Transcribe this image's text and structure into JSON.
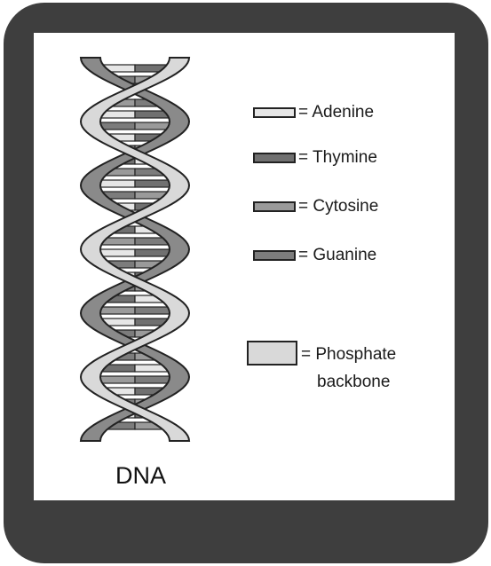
{
  "diagram": {
    "caption": "DNA",
    "colors": {
      "frame": "#3e3e3e",
      "backbone": "#d9d9d9",
      "adenine": "#e6e6e6",
      "thymine": "#707070",
      "cytosine": "#9a9a9a",
      "guanine": "#7c7c7c",
      "outline": "#222222"
    },
    "legend": [
      {
        "key": "adenine",
        "label": "= Adenine"
      },
      {
        "key": "thymine",
        "label": "= Thymine"
      },
      {
        "key": "cytosine",
        "label": "= Cytosine"
      },
      {
        "key": "guanine",
        "label": "= Guanine"
      }
    ],
    "backbone_legend": {
      "label_line1": "= Phosphate",
      "label_line2": "backbone"
    }
  }
}
